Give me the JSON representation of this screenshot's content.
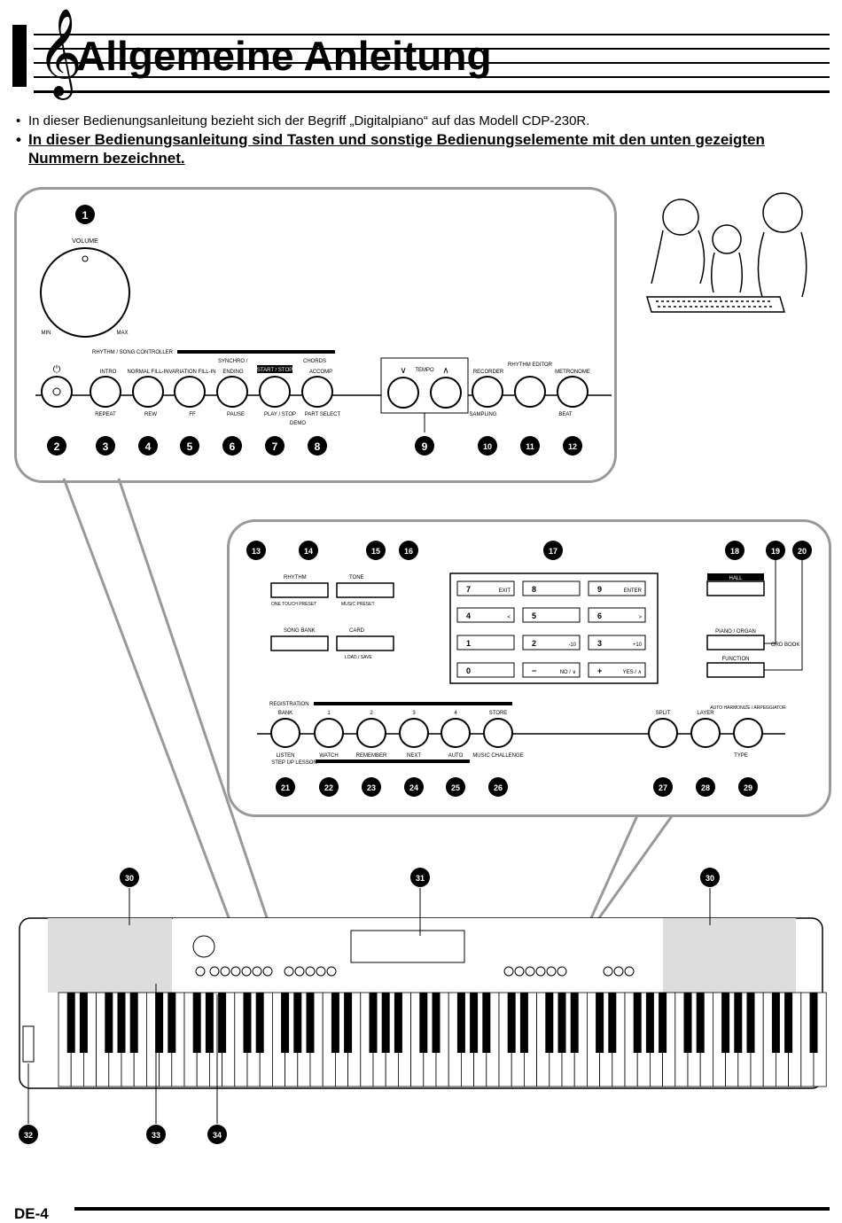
{
  "header": {
    "title": "Allgemeine Anleitung"
  },
  "bullets": [
    "In dieser Bedienungsanleitung bezieht sich der Begriff „Digitalpiano“ auf das Modell CDP-230R.",
    "In dieser Bedienungsanleitung sind Tasten und sonstige Bedienungselemente mit den unten gezeigten",
    "Nummern bezeichnet."
  ],
  "panel_top": {
    "volume": "VOLUME",
    "min": "MIN",
    "max": "MAX",
    "rhythm_song_controller": "RHYTHM / SONG CONTROLLER",
    "synchro": "SYNCHRO /",
    "chords": "CHORDS",
    "buttons": [
      {
        "num": "2",
        "top": "",
        "bottom": ""
      },
      {
        "num": "3",
        "top": "INTRO",
        "bottom": "REPEAT"
      },
      {
        "num": "4",
        "top": "NORMAL FILL-IN",
        "bottom": "REW"
      },
      {
        "num": "5",
        "top": "VARIATION FILL-IN",
        "bottom": "FF"
      },
      {
        "num": "6",
        "top": "ENDING",
        "bottom": "PAUSE"
      },
      {
        "num": "7",
        "top": "START / STOP",
        "bottom": "PLAY / STOP"
      },
      {
        "num": "8",
        "top": "ACCOMP",
        "bottom": "PART SELECT"
      }
    ],
    "demo": "DEMO",
    "tempo": "TEMPO",
    "recorder": "RECORDER",
    "sampling": "SAMPLING",
    "rhythm_editor": "RHYTHM EDITOR",
    "metronome": "METRONOME",
    "beat": "BEAT",
    "nums": [
      "1",
      "9",
      "10",
      "11",
      "12"
    ]
  },
  "panel_mid": {
    "rhythm": "RHYTHM",
    "tone": "TONE",
    "one_touch": "ONE TOUCH PRESET",
    "music_preset": "MUSIC PRESET",
    "song_bank": "SONG BANK",
    "card": "CARD",
    "load_save": "LOAD / SAVE",
    "keypad": [
      [
        "7",
        "EXIT"
      ],
      [
        "8",
        ""
      ],
      [
        "9",
        "ENTER"
      ],
      [
        "4",
        "<"
      ],
      [
        "5",
        ""
      ],
      [
        "6",
        ">"
      ],
      [
        "1",
        ""
      ],
      [
        "2",
        "-10"
      ],
      [
        "3",
        "+10"
      ],
      [
        "0",
        ""
      ],
      [
        "−",
        "NO / ∨"
      ],
      [
        "+",
        "YES / ∧"
      ]
    ],
    "hall": "HALL",
    "piano_organ": "PIANO / ORGAN",
    "word_book": "ORD BOOK",
    "function": "FUNCTION",
    "registration": "REGISTRATION",
    "reg_buttons": [
      {
        "top": "BANK",
        "bottom": "LISTEN"
      },
      {
        "top": "1",
        "bottom": "WATCH"
      },
      {
        "top": "2",
        "bottom": "REMEMBER"
      },
      {
        "top": "3",
        "bottom": "NEXT"
      },
      {
        "top": "4",
        "bottom": "AUTO"
      },
      {
        "top": "STORE",
        "bottom": "MUSIC CHALLENGE"
      }
    ],
    "step_up": "STEP UP LESSON",
    "split": "SPLIT",
    "layer": "LAYER",
    "auto_harmonize": "AUTO HARMONIZE / ARPEGGIATOR",
    "type": "TYPE",
    "nums": [
      "13",
      "14",
      "15",
      "16",
      "17",
      "18",
      "19",
      "20",
      "21",
      "22",
      "23",
      "24",
      "25",
      "26",
      "27",
      "28",
      "29"
    ]
  },
  "keyboard": {
    "nums": [
      "30",
      "31",
      "30",
      "32",
      "33",
      "34"
    ]
  },
  "footer": {
    "page": "DE-4"
  }
}
